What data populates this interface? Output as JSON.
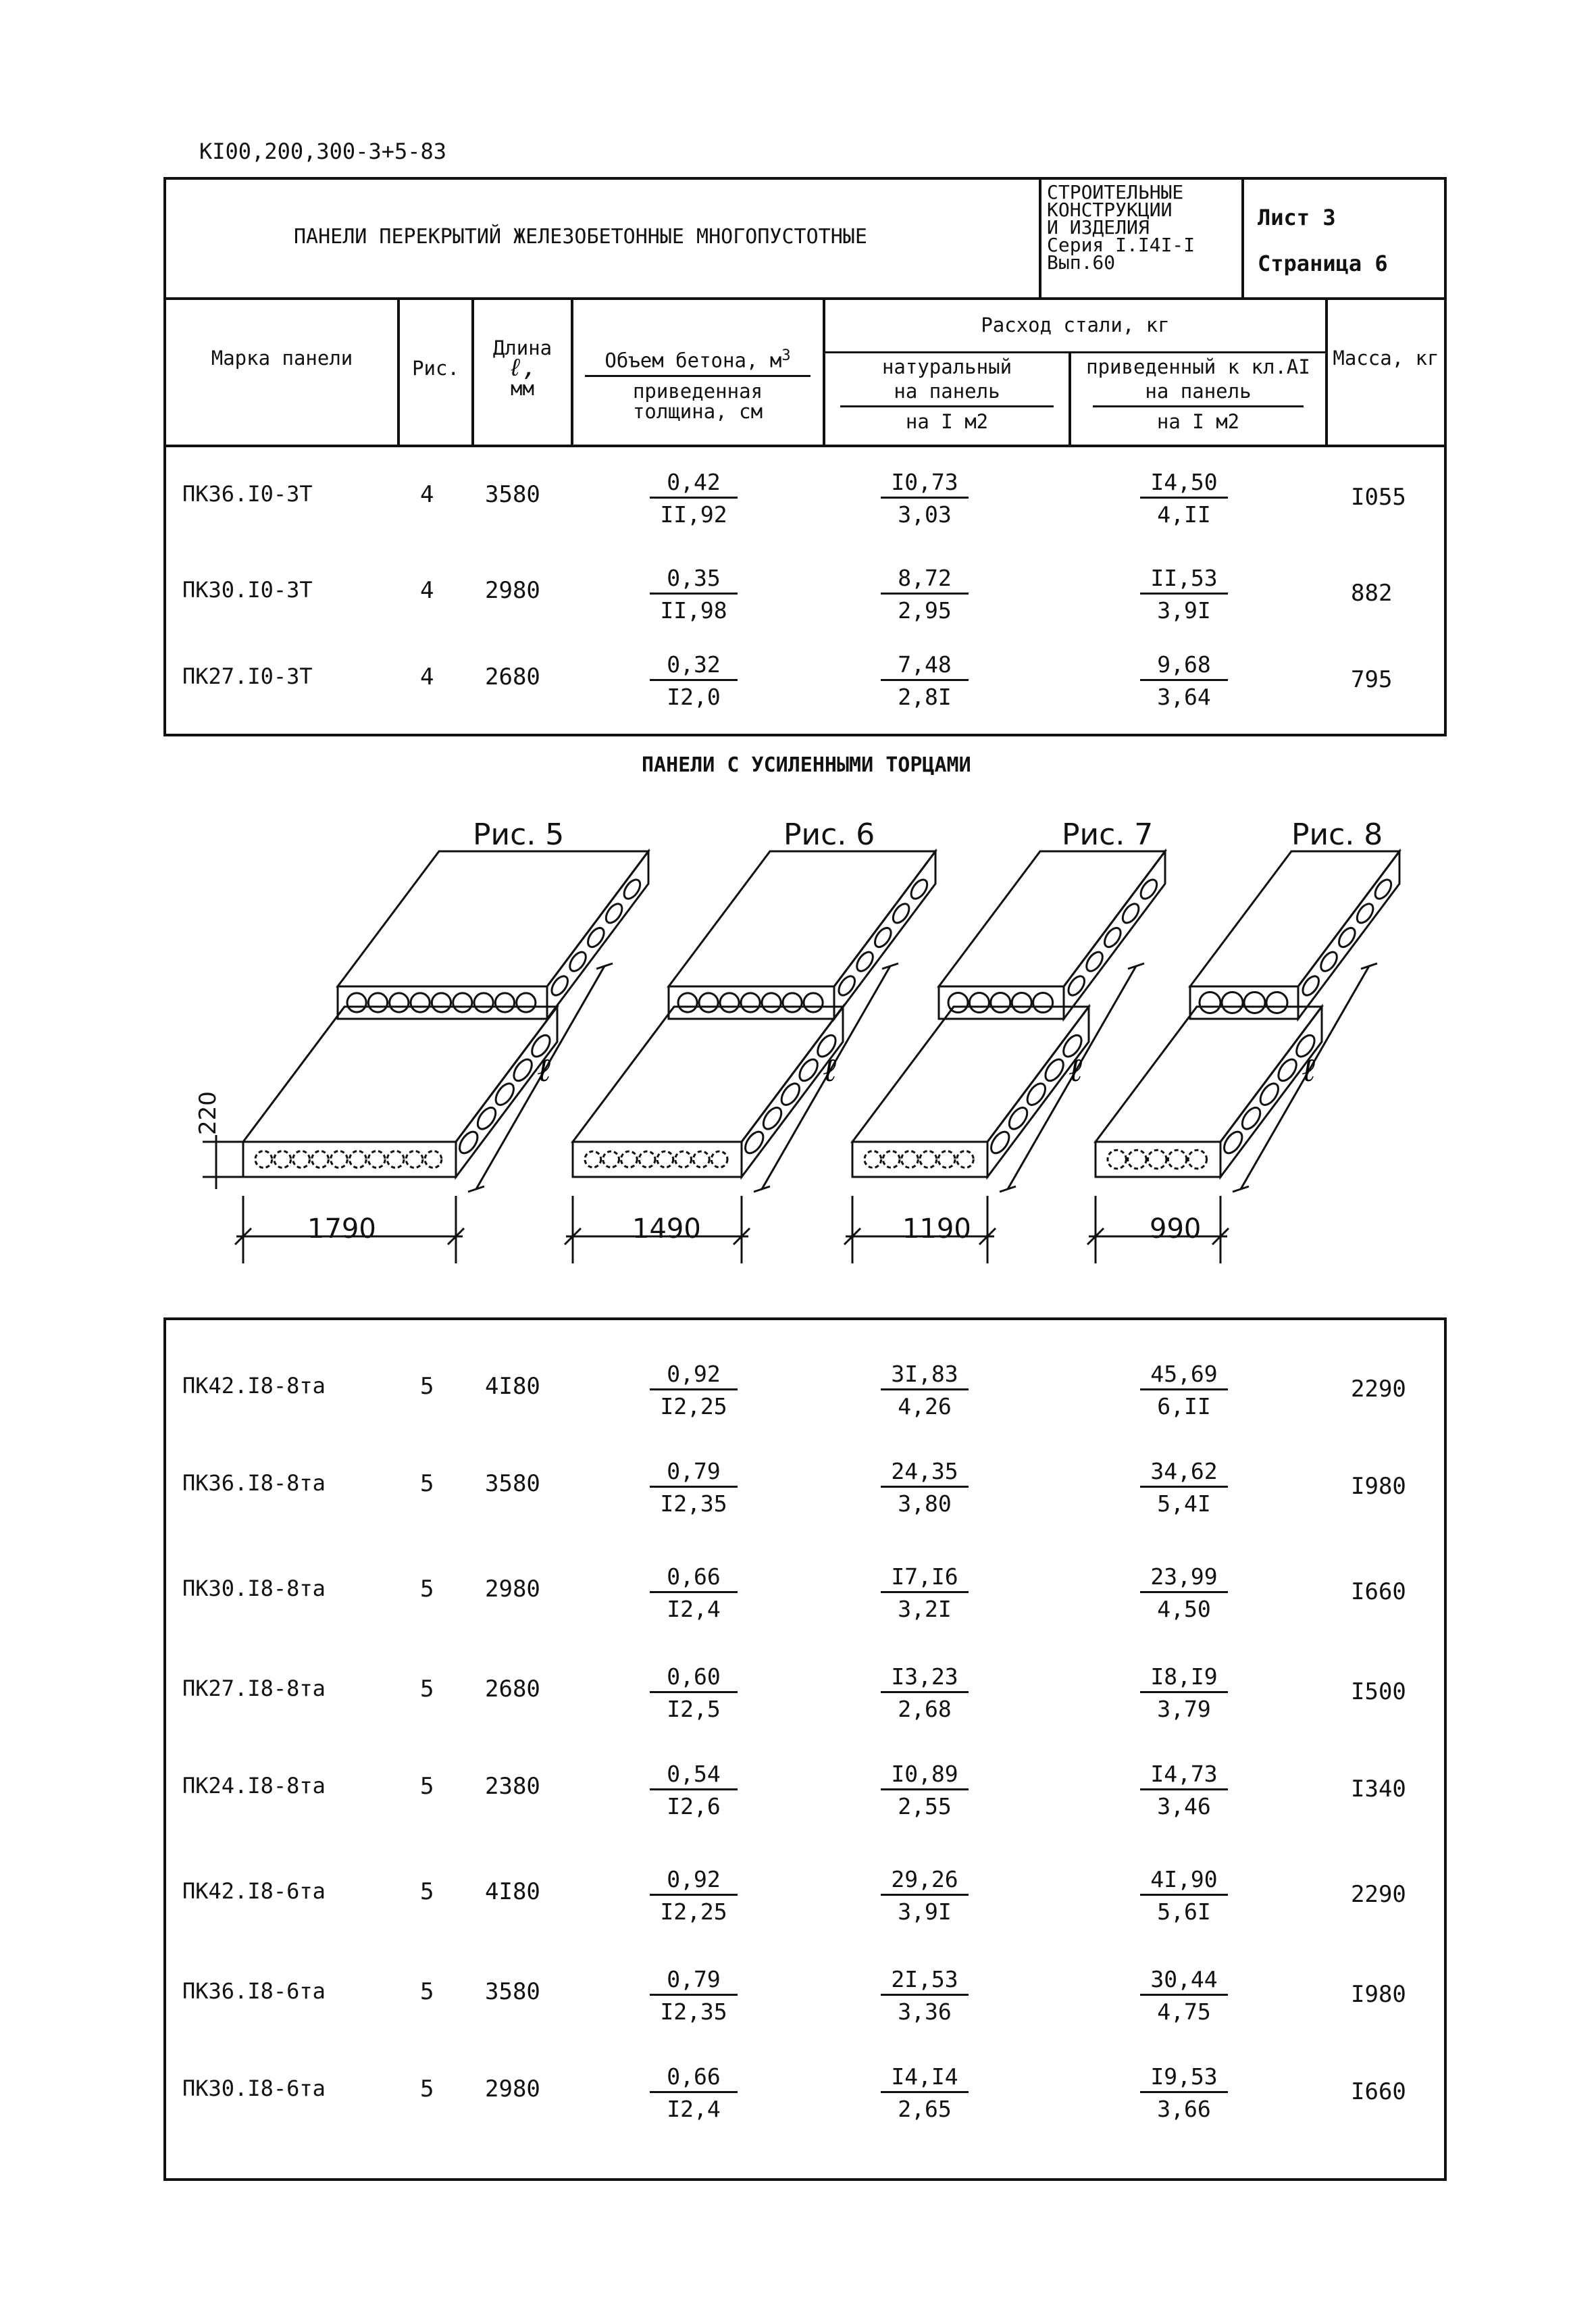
{
  "document_code": "KI00,200,300-3+5-83",
  "header": {
    "title": "ПАНЕЛИ ПЕРЕКРЫТИЙ ЖЕЛЕЗОБЕТОННЫЕ МНОГОПУСТОТНЫЕ",
    "series_lines": [
      "СТРОИТЕЛЬНЫЕ",
      "КОНСТРУКЦИИ",
      "И ИЗДЕЛИЯ",
      "Серия I.I4I-I",
      "Вып.60"
    ],
    "sheet": "Лист 3",
    "page": "Страница 6"
  },
  "columns": {
    "mark": "Марка панели",
    "fig": "Рис.",
    "length_top": "Длина",
    "length_sym": "ℓ,",
    "length_unit": "мм",
    "volume_top": "Объем бетона,  м",
    "volume_sup": "3",
    "volume_bottom1": "приведенная",
    "volume_bottom2": "толщина, см",
    "steel": "Расход стали, кг",
    "natural": "натуральный",
    "reduced": "приведенный к кл.АI",
    "per_panel": "на панель",
    "per_m2_nat": "на I м2",
    "per_m2_red": "на I м2",
    "mass": "Масса, кг"
  },
  "table1": [
    {
      "mark": "ПК36.I0-3Т",
      "fig": "4",
      "length": "3580",
      "vol": "0,42",
      "thick": "II,92",
      "nat_panel": "I0,73",
      "nat_m2": "3,03",
      "red_panel": "I4,50",
      "red_m2": "4,II",
      "mass": "I055"
    },
    {
      "mark": "ПК30.I0-3Т",
      "fig": "4",
      "length": "2980",
      "vol": "0,35",
      "thick": "II,98",
      "nat_panel": "8,72",
      "nat_m2": "2,95",
      "red_panel": "II,53",
      "red_m2": "3,9I",
      "mass": "882"
    },
    {
      "mark": "ПК27.I0-3Т",
      "fig": "4",
      "length": "2680",
      "vol": "0,32",
      "thick": "I2,0",
      "nat_panel": "7,48",
      "nat_m2": "2,8I",
      "red_panel": "9,68",
      "red_m2": "3,64",
      "mass": "795"
    }
  ],
  "section_title": "ПАНЕЛИ С УСИЛЕННЫМИ ТОРЦАМИ",
  "figures": [
    {
      "label": "Рис. 5",
      "width": "1790"
    },
    {
      "label": "Рис. 6",
      "width": "1490"
    },
    {
      "label": "Рис. 7",
      "width": "1190"
    },
    {
      "label": "Рис. 8",
      "width": "990"
    }
  ],
  "height_dim": "220",
  "length_symbol": "ℓ",
  "table2": [
    {
      "mark": "ПК42.I8-8та",
      "fig": "5",
      "length": "4I80",
      "vol": "0,92",
      "thick": "I2,25",
      "nat_panel": "3I,83",
      "nat_m2": "4,26",
      "red_panel": "45,69",
      "red_m2": "6,II",
      "mass": "2290"
    },
    {
      "mark": "ПК36.I8-8та",
      "fig": "5",
      "length": "3580",
      "vol": "0,79",
      "thick": "I2,35",
      "nat_panel": "24,35",
      "nat_m2": "3,80",
      "red_panel": "34,62",
      "red_m2": "5,4I",
      "mass": "I980"
    },
    {
      "mark": "ПК30.I8-8та",
      "fig": "5",
      "length": "2980",
      "vol": "0,66",
      "thick": "I2,4",
      "nat_panel": "I7,I6",
      "nat_m2": "3,2I",
      "red_panel": "23,99",
      "red_m2": "4,50",
      "mass": "I660"
    },
    {
      "mark": "ПК27.I8-8та",
      "fig": "5",
      "length": "2680",
      "vol": "0,60",
      "thick": "I2,5",
      "nat_panel": "I3,23",
      "nat_m2": "2,68",
      "red_panel": "I8,I9",
      "red_m2": "3,79",
      "mass": "I500"
    },
    {
      "mark": "ПК24.I8-8та",
      "fig": "5",
      "length": "2380",
      "vol": "0,54",
      "thick": "I2,6",
      "nat_panel": "I0,89",
      "nat_m2": "2,55",
      "red_panel": "I4,73",
      "red_m2": "3,46",
      "mass": "I340"
    },
    {
      "mark": "ПК42.I8-6та",
      "fig": "5",
      "length": "4I80",
      "vol": "0,92",
      "thick": "I2,25",
      "nat_panel": "29,26",
      "nat_m2": "3,9I",
      "red_panel": "4I,90",
      "red_m2": "5,6I",
      "mass": "2290"
    },
    {
      "mark": "ПК36.I8-6та",
      "fig": "5",
      "length": "3580",
      "vol": "0,79",
      "thick": "I2,35",
      "nat_panel": "2I,53",
      "nat_m2": "3,36",
      "red_panel": "30,44",
      "red_m2": "4,75",
      "mass": "I980"
    },
    {
      "mark": "ПК30.I8-6та",
      "fig": "5",
      "length": "2980",
      "vol": "0,66",
      "thick": "I2,4",
      "nat_panel": "I4,I4",
      "nat_m2": "2,65",
      "red_panel": "I9,53",
      "red_m2": "3,66",
      "mass": "I660"
    }
  ]
}
